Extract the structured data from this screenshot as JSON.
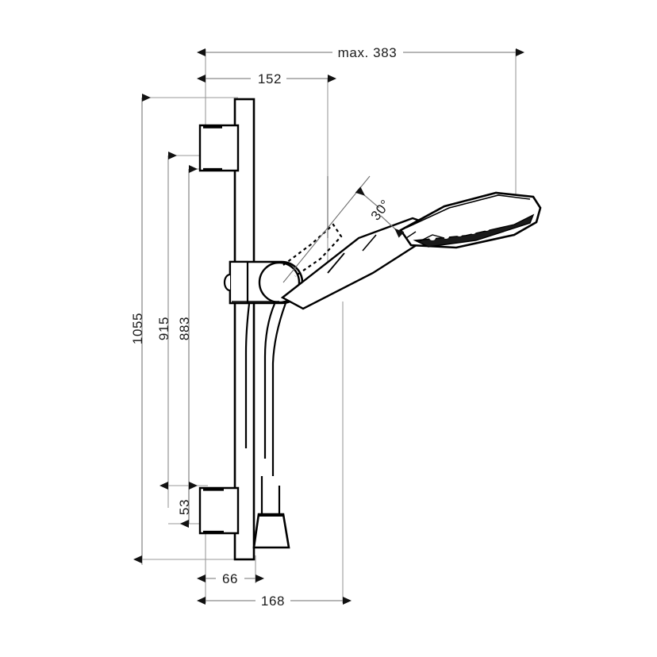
{
  "drawing": {
    "type": "technical-dimension-drawing",
    "subject": "Shower bar set with hand shower, wall brackets and hose",
    "units": "mm",
    "background_color": "#ffffff",
    "line_color": "#000000",
    "dimension_line_color": "#808080",
    "dimension_text_color": "#1a1a1a"
  },
  "dimensions": {
    "horizontal": [
      {
        "id": "max-383",
        "label": "max. 383",
        "value": 383,
        "prefix": "max.",
        "orientation": "horizontal",
        "position": "top"
      },
      {
        "id": "d-152",
        "label": "152",
        "value": 152,
        "orientation": "horizontal",
        "position": "top"
      },
      {
        "id": "d-66",
        "label": "66",
        "value": 66,
        "orientation": "horizontal",
        "position": "bottom"
      },
      {
        "id": "d-168",
        "label": "168",
        "value": 168,
        "orientation": "horizontal",
        "position": "bottom"
      }
    ],
    "vertical": [
      {
        "id": "d-1055",
        "label": "1055",
        "value": 1055,
        "orientation": "vertical",
        "position": "left"
      },
      {
        "id": "d-915",
        "label": "915",
        "value": 915,
        "orientation": "vertical",
        "position": "left"
      },
      {
        "id": "d-883",
        "label": "883",
        "value": 883,
        "orientation": "vertical",
        "position": "left"
      },
      {
        "id": "d-53",
        "label": "53",
        "value": 53,
        "orientation": "vertical",
        "position": "left"
      }
    ],
    "angular": [
      {
        "id": "a-30",
        "label": "30°",
        "value": 30,
        "unit": "degrees",
        "orientation": "rotated",
        "position": "hand-shower-pivot"
      }
    ]
  },
  "labels": {
    "max_383": "max. 383",
    "d_152": "152",
    "d_1055": "1055",
    "d_915": "915",
    "d_883": "883",
    "d_53": "53",
    "d_66": "66",
    "d_168": "168",
    "a_30": "30°"
  },
  "components": [
    {
      "name": "slide-bar",
      "description": "vertical slide rail"
    },
    {
      "name": "upper-wall-bracket",
      "description": "top wall mounting bracket"
    },
    {
      "name": "lower-wall-bracket",
      "description": "bottom wall mounting bracket"
    },
    {
      "name": "slider-holder",
      "description": "adjustable shower holder with pivot"
    },
    {
      "name": "hand-shower",
      "description": "hand shower with textured spray face"
    },
    {
      "name": "shower-hose",
      "description": "flexible shower hose"
    },
    {
      "name": "hose-nut",
      "description": "hose connection nut"
    }
  ]
}
